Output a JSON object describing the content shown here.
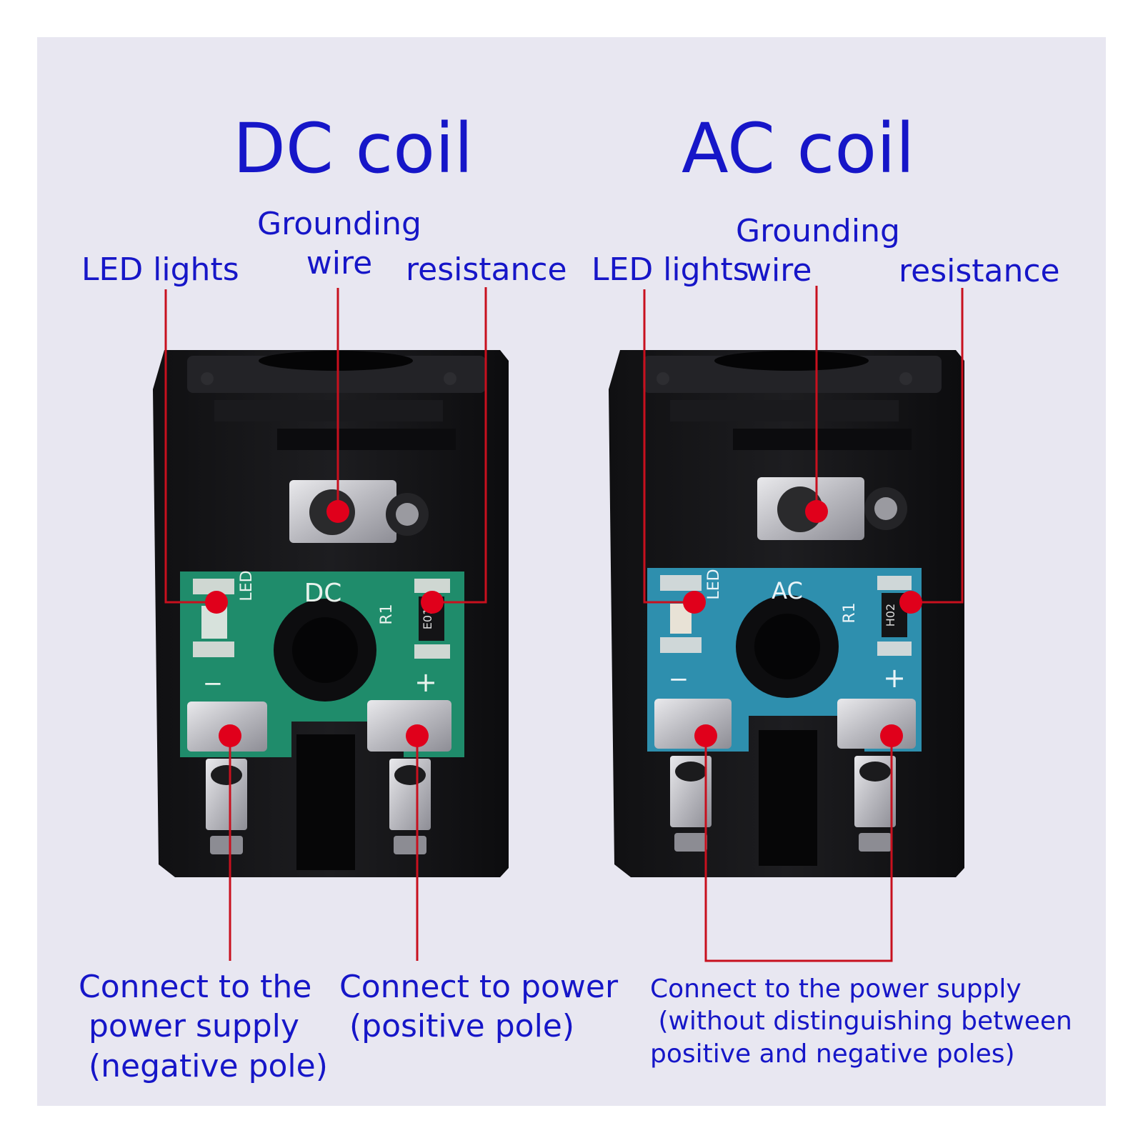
{
  "colors": {
    "text": "#1616c8",
    "leader": "#c8101e",
    "marker": "#e0001b",
    "background": "#e8e7f1",
    "housing": "#141416",
    "pcb_dc": "#1f8c6b",
    "pcb_ac": "#2e8fae"
  },
  "dc": {
    "title": "DC coil",
    "labels": {
      "led": "LED lights",
      "ground": "Grounding\nwire",
      "resistance": "resistance"
    },
    "board": {
      "mark": "DC",
      "led_mark": "LED",
      "resistor_mark": "R1",
      "resistor_code": "E01",
      "minus": "−",
      "plus": "+"
    },
    "captions": {
      "negative": "Connect to the\n power supply\n (negative pole)",
      "positive": "Connect to power\n (positive pole)"
    }
  },
  "ac": {
    "title": "AC coil",
    "labels": {
      "led": "LED lights",
      "ground": "Grounding\n wire",
      "resistance": "resistance"
    },
    "board": {
      "mark": "AC",
      "led_mark": "LED",
      "resistor_mark": "R1",
      "resistor_code": "H02",
      "minus": "−",
      "plus": "+"
    },
    "captions": {
      "both": "Connect to the power supply\n (without distinguishing between\npositive and negative poles)"
    }
  }
}
